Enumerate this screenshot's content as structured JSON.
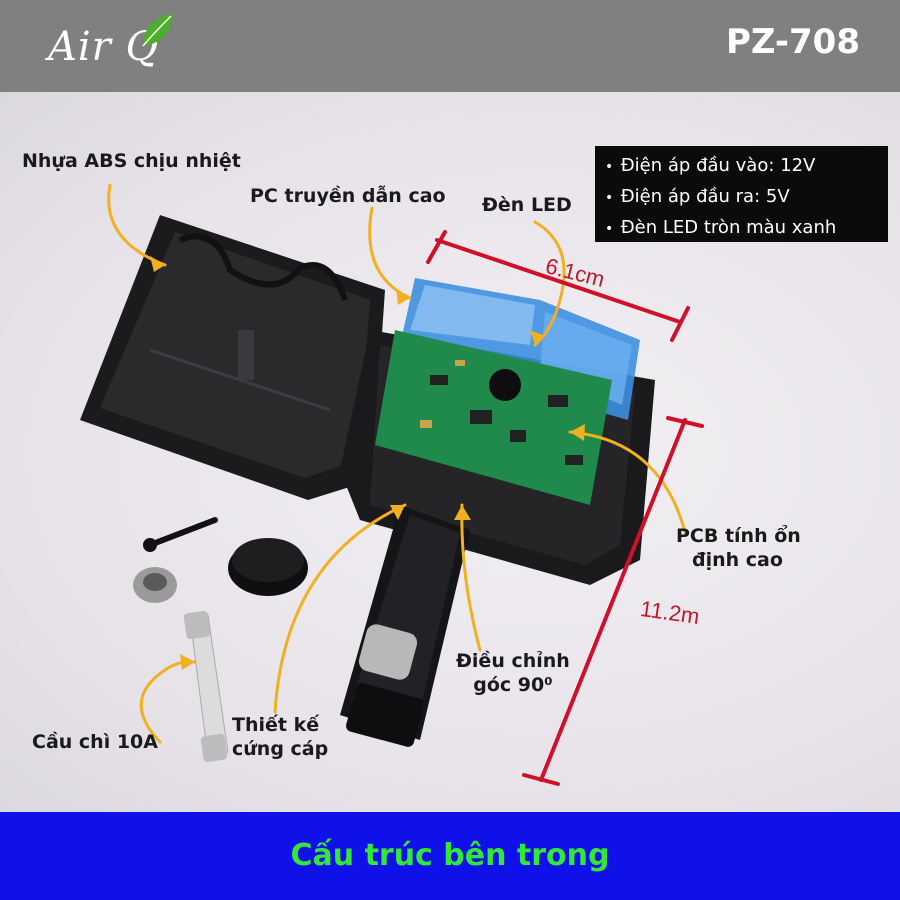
{
  "header": {
    "brand": "Air Q",
    "model": "PZ-708"
  },
  "labels": {
    "abs": "Nhựa ABS chịu nhiệt",
    "pc": "PC truyền dẫn cao",
    "led": "Đèn LED",
    "pcb_line1": "PCB tính ổn",
    "pcb_line2": "định cao",
    "angle_line1": "Điều chỉnh",
    "angle_line2": "góc 90⁰",
    "design_line1": "Thiết kế",
    "design_line2": "cứng cáp",
    "fuse": "Cầu chì 10A"
  },
  "specs": [
    "Điện áp đầu vào: 12V",
    "Điện áp đầu ra: 5V",
    "Đèn LED tròn màu xanh"
  ],
  "dimensions": {
    "width": "6.1cm",
    "height": "11.2m"
  },
  "footer": {
    "title": "Cấu trúc bên trong"
  },
  "colors": {
    "header_bg": "#808080",
    "footer_bg": "#1010e8",
    "footer_text": "#33e63a",
    "dimension": "#c0182a",
    "arrow": "#f0b020",
    "spec_box": "#0b0b0b"
  }
}
